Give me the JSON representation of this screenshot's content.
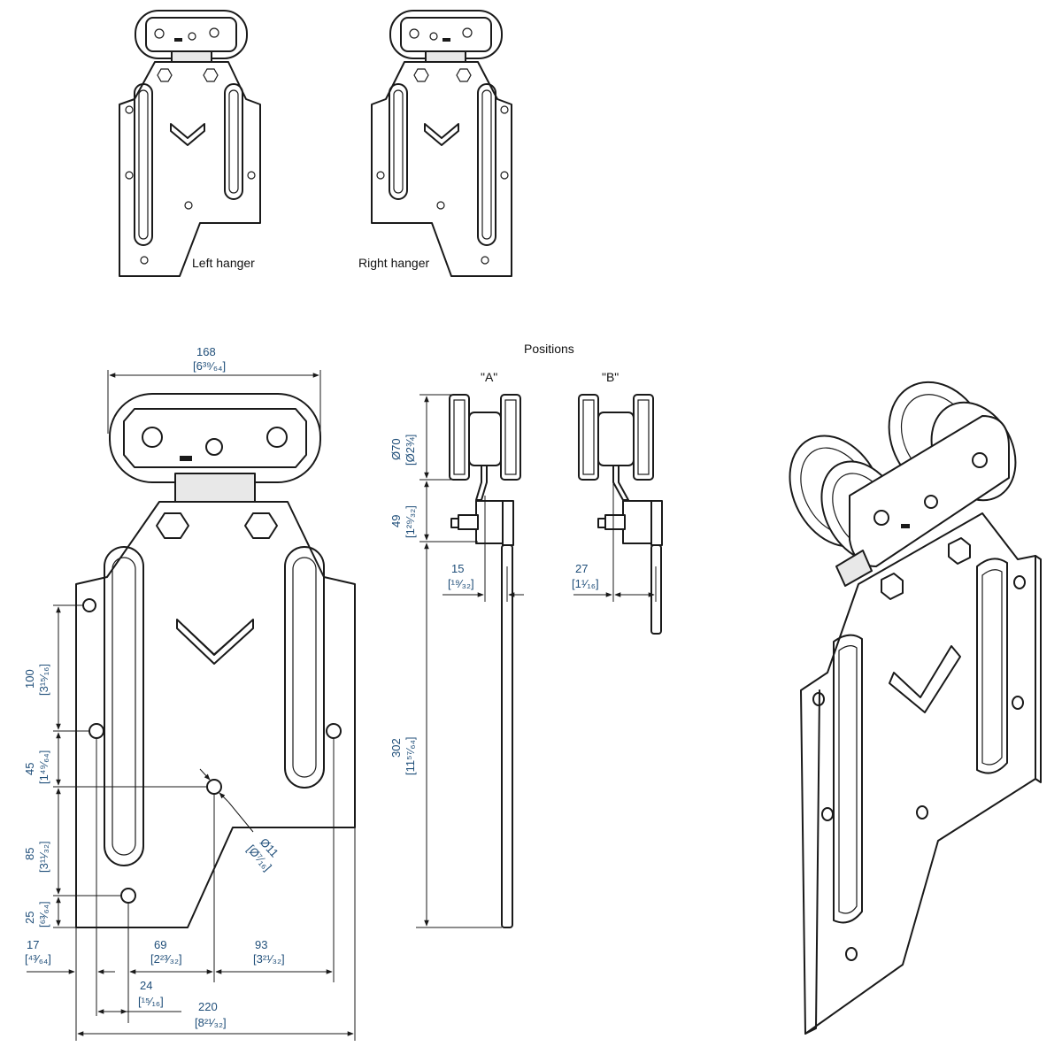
{
  "labels": {
    "left_hanger": "Left hanger",
    "right_hanger": "Right hanger",
    "positions": "Positions",
    "pos_a": "\"A\"",
    "pos_b": "\"B\""
  },
  "dims": {
    "width_top": {
      "mm": "168",
      "in": "[6³⁹⁄₆₄]"
    },
    "width_bottom": {
      "mm": "220",
      "in": "[8²¹⁄₃₂]"
    },
    "v100": {
      "mm": "100",
      "in": "[3¹⁵⁄₁₆]"
    },
    "v45": {
      "mm": "45",
      "in": "[1⁴⁹⁄₆₄]"
    },
    "v85": {
      "mm": "85",
      "in": "[3¹¹⁄₃₂]"
    },
    "v25": {
      "mm": "25",
      "in": "[⁶³⁄₆₄]"
    },
    "h17": {
      "mm": "17",
      "in": "[⁴³⁄₆₄]"
    },
    "h69": {
      "mm": "69",
      "in": "[2²³⁄₃₂]"
    },
    "h93": {
      "mm": "93",
      "in": "[3²¹⁄₃₂]"
    },
    "h24": {
      "mm": "24",
      "in": "[¹⁵⁄₁₆]"
    },
    "hole": {
      "mm": "Ø11",
      "in": "[Ø⁷⁄₁₆]"
    },
    "wheel": {
      "mm": "Ø70",
      "in": "[Ø2¾]"
    },
    "v49": {
      "mm": "49",
      "in": "[1²⁹⁄₃₂]"
    },
    "v302": {
      "mm": "302",
      "in": "[11⁵⁷⁄₆₄]"
    },
    "off15": {
      "mm": "15",
      "in": "[¹⁹⁄₃₂]"
    },
    "off27": {
      "mm": "27",
      "in": "[1¹⁄₁₆]"
    }
  }
}
